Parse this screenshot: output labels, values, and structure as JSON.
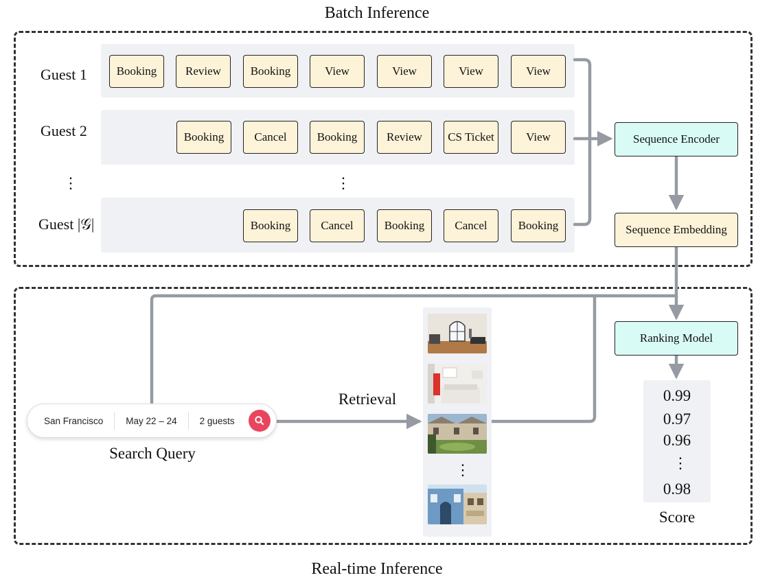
{
  "titles": {
    "batch": "Batch Inference",
    "realtime": "Real-time Inference"
  },
  "guests": [
    {
      "label": "Guest 1",
      "events": [
        "Booking",
        "Review",
        "Booking",
        "View",
        "View",
        "View",
        "View"
      ]
    },
    {
      "label": "Guest 2",
      "events": [
        "Booking",
        "Cancel",
        "Booking",
        "Review",
        "CS Ticket",
        "View"
      ]
    },
    {
      "label": "Guest |𝒢|",
      "events": [
        "Booking",
        "Cancel",
        "Booking",
        "Cancel",
        "Booking"
      ]
    }
  ],
  "ellipsis": "⋮",
  "nodes": {
    "encoder": "Sequence Encoder",
    "embedding": "Sequence Embedding",
    "ranking": "Ranking Model"
  },
  "search": {
    "location": "San Francisco",
    "dates": "May 22 – 24",
    "guests": "2 guests",
    "button_icon": "search-icon",
    "caption": "Search Query"
  },
  "retrieval_label": "Retrieval",
  "scores": [
    "0.99",
    "0.97",
    "0.96",
    "0.98"
  ],
  "score_label": "Score",
  "colors": {
    "event_fill": "#fdf3d8",
    "node_teal": "#d9fbf6",
    "arrow": "#959aa3",
    "search_button": "#e8465e"
  }
}
